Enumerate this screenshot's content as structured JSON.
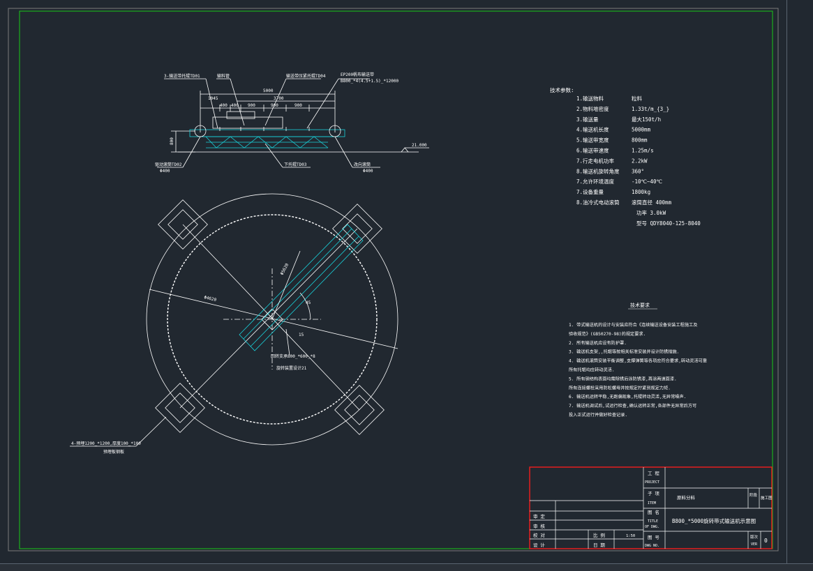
{
  "elevation": {
    "note_top_left": "3-输送带托辊TD01",
    "note_top_mid1": "输料管",
    "note_top_mid2": "输送带压紧托辊TD04",
    "note_top_right1": "EP200帆布输送带",
    "note_top_right2": "B800_*4(4.5+1.5)_*12000",
    "dim_total": "5000",
    "dim_sub": "3700",
    "dim_1045": "1045",
    "dim_400a": "400",
    "dim_400b": "400",
    "dim_900a": "900",
    "dim_900b": "900",
    "dim_900c": "900",
    "dim_height": "800",
    "elevation_level": "21.000",
    "note_bl1": "驱动滚筒TD02",
    "note_bl2": "Φ400",
    "note_bm": "下托辊TD03",
    "note_br1": "改向滚筒",
    "note_br2": "Φ400"
  },
  "plan": {
    "dim_r": "Φ4620",
    "dim_d": "Φ5620",
    "angle_label": "45",
    "angle_label2": "15",
    "note_center1": "回转支承800_*600_*8",
    "note_center2": "旋转装置设计21",
    "note_bl1": "4-预埋1200_*1200,厚度100_*100",
    "note_bl2": "预埋板钢板"
  },
  "specs": {
    "heading": "技术参数:",
    "rows": [
      {
        "label": "1.输送物料",
        "value": "粒料"
      },
      {
        "label": "2.物料堆密度",
        "value": "1.33t/m_{3_}"
      },
      {
        "label": "3.输送量",
        "value": "最大150t/h"
      },
      {
        "label": "4.输送机长度",
        "value": "5000mm"
      },
      {
        "label": "5.输送带宽度",
        "value": "800mm"
      },
      {
        "label": "6.输送带速度",
        "value": "1.25m/s"
      },
      {
        "label": "7.行走电机功率",
        "value": "2.2kW"
      },
      {
        "label": "8.输送机旋转角度",
        "value": "360°"
      },
      {
        "label": "7.允许环境温度",
        "value": "-10℃~40℃"
      },
      {
        "label": "7.设备重量",
        "value": "1800kg"
      },
      {
        "label": "8.油冷式电动滚筒",
        "value": "滚筒直径  400mm"
      },
      {
        "label": "",
        "value": "功率  3.0kW"
      },
      {
        "label": "",
        "value": "型号  QDY8040-125-8040"
      }
    ]
  },
  "requirements": {
    "heading": "技术要求",
    "items": [
      "1. 带式输送机的设计与安装应符合《连续输送设备安装工程施工及",
      "   验收规范》(GB50270-98)的规定要求.",
      "2. 所有输送机应设有防护罩.",
      "3. 输送机支架,,托辊等按相关标准安装并设计防锈措施.",
      "4. 输送机滚筒安装平衡调整,支撑弹簧等各项应符合要求,转动灵活可靠",
      "   所有托辊均应转动灵活.",
      "5. 所有钢结构表面均需除锈后涂防锈漆,再涂两道面漆.",
      "   所有连接螺栓采用防松螺母并按规定拧紧到规定力矩.",
      "6. 输送机运转平稳,无跑偏现象,托辊转动灵活,无异常噪声.",
      "7. 输送机调试后,试运行检查,确认运转正常,各部件无异常后方可",
      "   投入正式运行并做好检查记录."
    ]
  },
  "titleblock": {
    "project_label": "工 程",
    "project_label_en": "PROJECT",
    "item_label": "子 项",
    "item_label_en": "ITEM",
    "item_value": "原料分料",
    "stage_label": "阶段",
    "stage_value": "施工图",
    "title_label": "图 名",
    "title_label_en": "TITLE",
    "title_label_en2": "OF DWG.",
    "title_value": "B800_*5000旋转带式输送机示意图",
    "dwgno_label": "图 号",
    "dwgno_label_en": "DWG NO.",
    "ver_label": "版次",
    "ver_label_en": "VER",
    "ver_value": "0",
    "row1": "审 定",
    "row2": "审 核",
    "row3": "校 对",
    "row4": "设 计",
    "scale_label": "比 例",
    "scale_value": "1:50",
    "date_label": "日 期"
  },
  "colors": {
    "background": "#212830",
    "frame": "#19c819",
    "line": "#ffffff",
    "cyan": "#19d3dc",
    "titleblock_border": "#e61e1e"
  }
}
